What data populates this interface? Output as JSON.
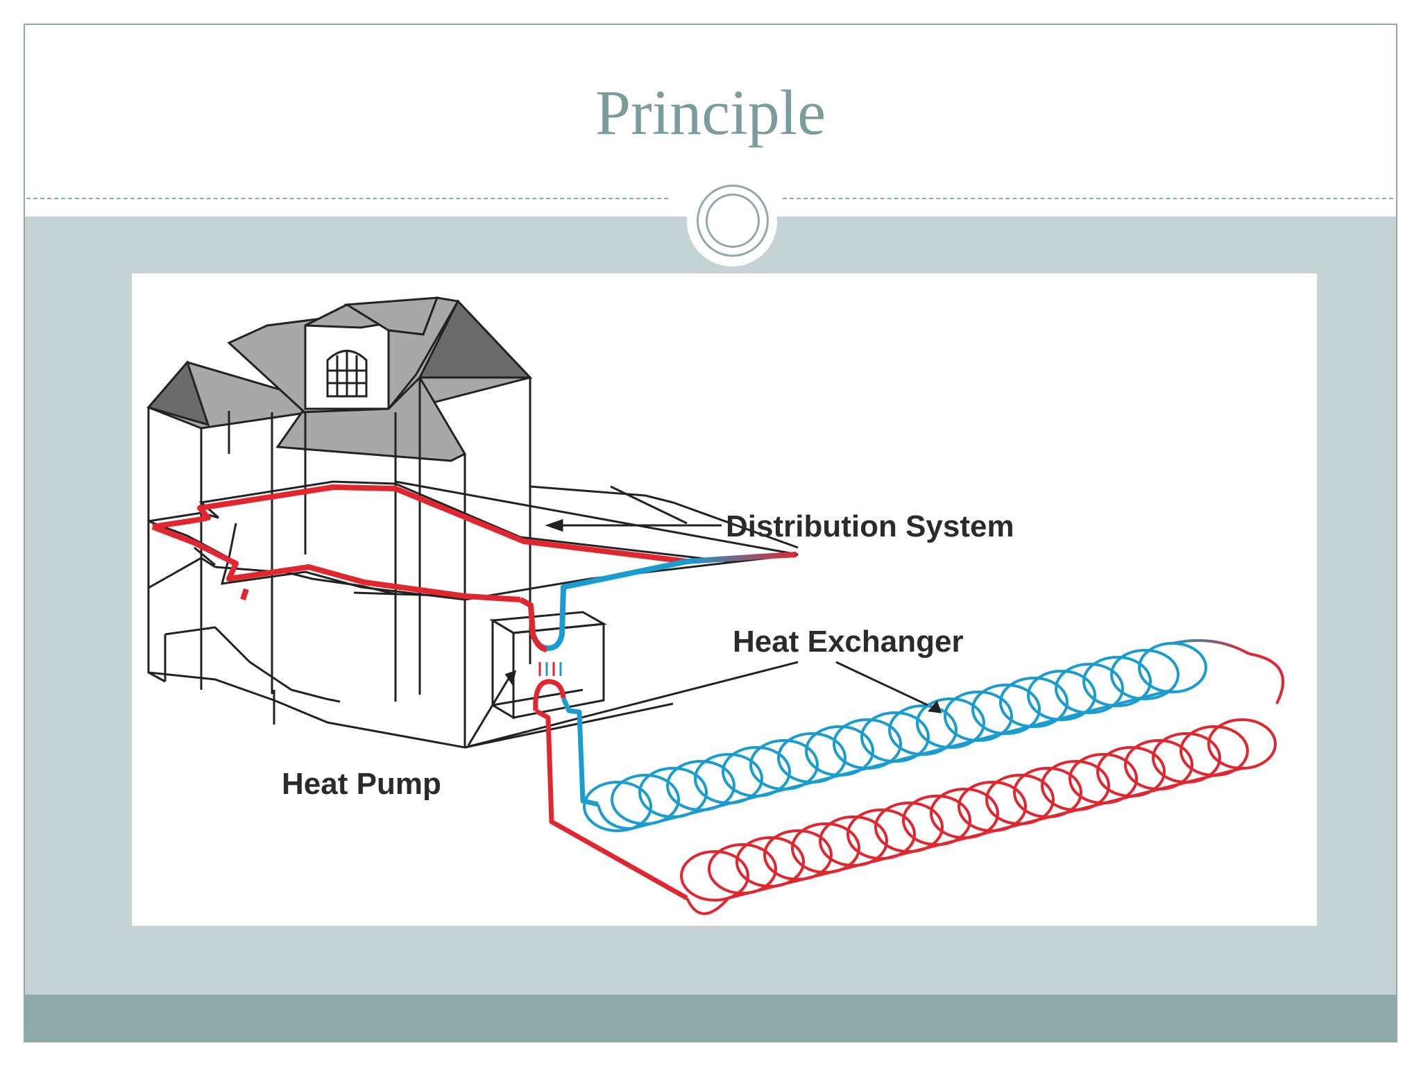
{
  "slide": {
    "title": "Principle"
  },
  "diagram": {
    "labels": {
      "distribution": "Distribution System",
      "exchanger": "Heat Exchanger",
      "pump": "Heat Pump"
    },
    "colors": {
      "hot_pipe": "#e0262f",
      "cold_pipe": "#1a9cd0",
      "roof_dark": "#6b6b6b",
      "roof_light": "#a8a8a8",
      "accent": "#8ea9a8",
      "band": "#c6d3d5"
    }
  }
}
